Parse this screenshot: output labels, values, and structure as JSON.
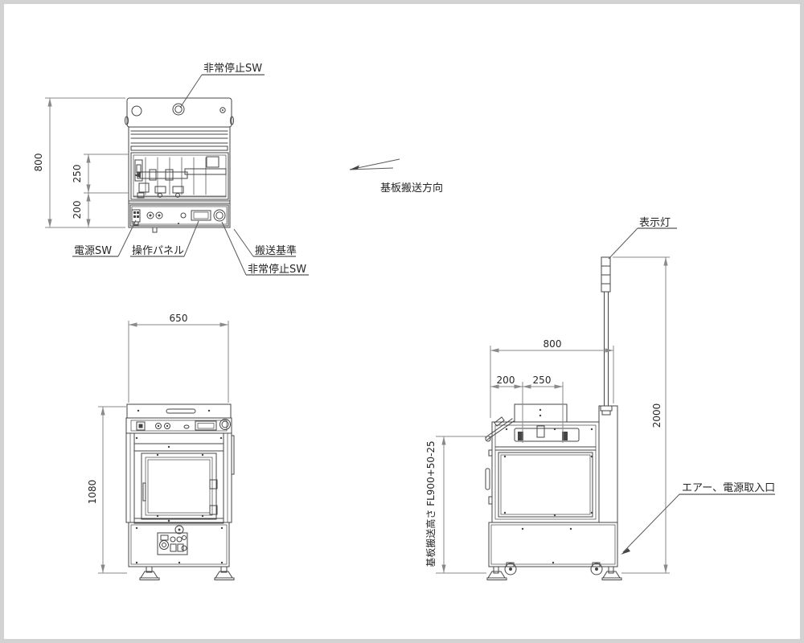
{
  "colors": {
    "canvas": "#ffffff",
    "frame": "#d2d2d2",
    "machine_line": "#454545",
    "dimension_line": "#8a8a8a",
    "text": "#262626"
  },
  "plan_view": {
    "callout_emergency_stop_top": "非常停止SW",
    "callout_power_switch": "電源SW",
    "callout_operation_panel": "操作パネル",
    "callout_transport_reference": "搬送基準",
    "callout_emergency_stop_bottom": "非常停止SW",
    "dim_overall_height": "800",
    "dim_conveyor_section": "250",
    "dim_panel_section": "200"
  },
  "transport_direction_label": "基板搬送方向",
  "front_view": {
    "dim_width": "650",
    "dim_height": "1080"
  },
  "side_view": {
    "callout_indicator_light": "表示灯",
    "callout_air_power_inlet": "エアー、電源取入口",
    "dim_depth": "800",
    "dim_front_offset": "200",
    "dim_conveyor_section": "250",
    "dim_overall_height": "2000",
    "dim_transport_height": "基板搬送高さ FL900+50-25"
  }
}
